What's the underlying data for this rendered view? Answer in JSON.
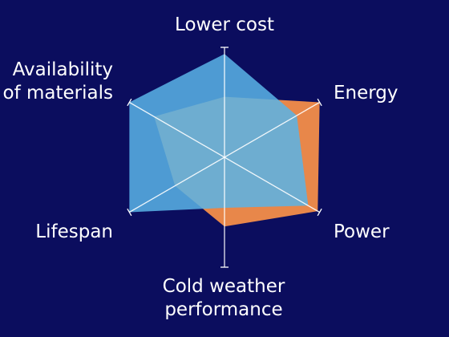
{
  "chart_data": {
    "type": "radar",
    "axes": [
      "Lower cost",
      "Energy",
      "Power",
      "Cold weather performance",
      "Lifespan",
      "Availability of materials"
    ],
    "axis_labels": {
      "lower_cost": [
        "Lower cost"
      ],
      "energy": [
        "Energy"
      ],
      "power": [
        "Power"
      ],
      "cold_weather": [
        "Cold weather",
        "performance"
      ],
      "lifespan": [
        "Lifespan"
      ],
      "availability": [
        "Availability",
        "of materials"
      ]
    },
    "range": [
      0,
      1
    ],
    "series": [
      {
        "color": "#e8874a",
        "values": [
          0.55,
          1.0,
          0.98,
          0.63,
          0.52,
          0.74
        ]
      },
      {
        "color": "#5ab3e6",
        "values": [
          0.94,
          0.76,
          0.88,
          0.46,
          1.0,
          1.0
        ]
      }
    ],
    "grid": true,
    "legend": "none"
  }
}
